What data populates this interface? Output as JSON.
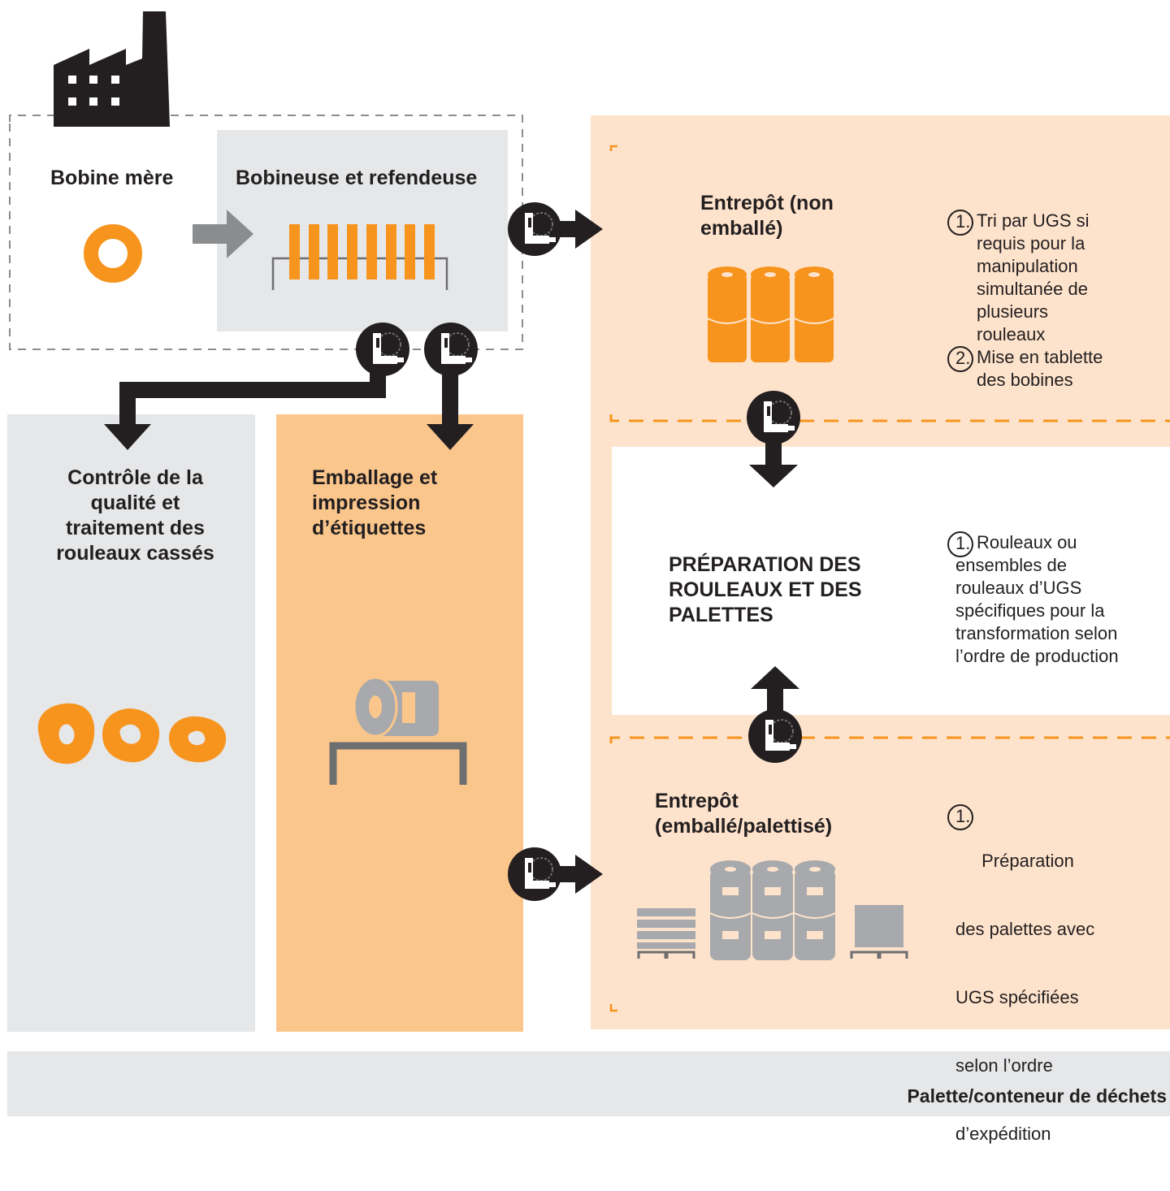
{
  "factory": {
    "bobine_mere": "Bobine mère",
    "bobineuse": "Bobineuse et refendeuse"
  },
  "quality": {
    "title_lines": [
      "Contrôle de la",
      "qualité et",
      "traitement des",
      "rouleaux cassés"
    ]
  },
  "packaging": {
    "title_lines": [
      "Emballage et",
      "impression",
      "d’étiquettes"
    ]
  },
  "warehouse_unpacked": {
    "title_lines": [
      "Entrepôt (non",
      "emballé)"
    ],
    "steps": [
      {
        "number": "1.",
        "lines": [
          "Tri par UGS si",
          "requis pour la",
          "manipulation",
          "simultanée de",
          "plusieurs",
          "rouleaux"
        ]
      },
      {
        "number": "2.",
        "lines": [
          "Mise en tablette",
          "des bobines"
        ]
      }
    ]
  },
  "preparation": {
    "title_lines": [
      "PRÉPARATION DES",
      "ROULEAUX ET DES",
      "PALETTES"
    ],
    "steps": [
      {
        "number": "1.",
        "lines": [
          "Rouleaux ou",
          "ensembles de",
          "rouleaux d’UGS",
          "spécifiques pour la",
          "transformation selon",
          "l’ordre de production"
        ]
      }
    ]
  },
  "warehouse_packed": {
    "title_lines": [
      "Entrepôt",
      "(emballé/palettisé)"
    ],
    "steps": [
      {
        "number": "1.",
        "lines": [
          " Préparation",
          "des palettes avec",
          "UGS spécifiées",
          "selon l’ordre",
          "d’expédition"
        ]
      }
    ]
  },
  "waste": {
    "label": "Palette/conteneur de déchets"
  },
  "colors": {
    "orange": "#f7941d",
    "light_orange": "#fbc68c",
    "peach": "#fee3cc",
    "grey_panel": "#e6e7e8",
    "dark_grey": "#6d6e70",
    "mid_grey": "#a7a9ac",
    "black": "#231f20"
  },
  "icons": [
    "factory-icon",
    "mother-roll-icon",
    "slitter-icon",
    "forklift-icon",
    "roll-stack-icon",
    "broken-rolls-icon",
    "wrapped-roll-icon",
    "pallet-icon",
    "arrow-icon"
  ]
}
